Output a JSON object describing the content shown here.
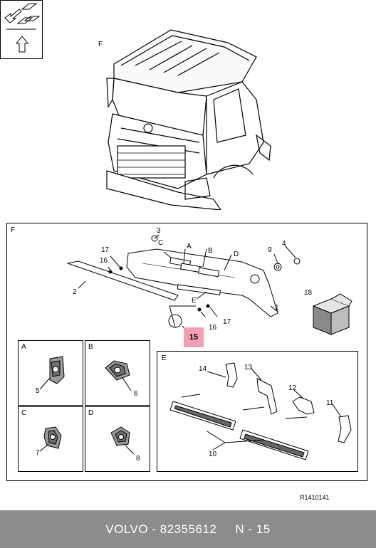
{
  "overview": {
    "callout_f": "F"
  },
  "detail": {
    "frame_label": "F",
    "callouts": {
      "c3": "3",
      "cC": "C",
      "cA": "A",
      "cB": "B",
      "cD": "D",
      "c17a": "17",
      "c16a": "16",
      "c2": "2",
      "c9": "9",
      "c4": "4",
      "cE": "E",
      "c1": "1",
      "c16b": "16",
      "c17b": "17",
      "c18": "18"
    },
    "highlight": "15"
  },
  "insets": {
    "A": {
      "letter": "A",
      "part": "5"
    },
    "B": {
      "letter": "B",
      "part": "6"
    },
    "C": {
      "letter": "C",
      "part": "7"
    },
    "D": {
      "letter": "D",
      "part": "8"
    }
  },
  "inset_e": {
    "letter": "E",
    "callouts": {
      "c14": "14",
      "c13": "13",
      "c12": "12",
      "c11": "11",
      "c10": "10"
    }
  },
  "reference": "R1410141",
  "footer": {
    "brand": "VOLVO",
    "part_number": "82355612",
    "page": "N - 15",
    "text": "VOLVO - 82355612     N - 15"
  },
  "colors": {
    "highlight": "#f0a0b4",
    "footer_bg": "#8c8c8c",
    "footer_text": "#ffffff"
  },
  "icons": [
    "direction-arrow-icon",
    "truck-cab-illustration",
    "air-deflector-exploded-view",
    "parts-box-icon"
  ]
}
